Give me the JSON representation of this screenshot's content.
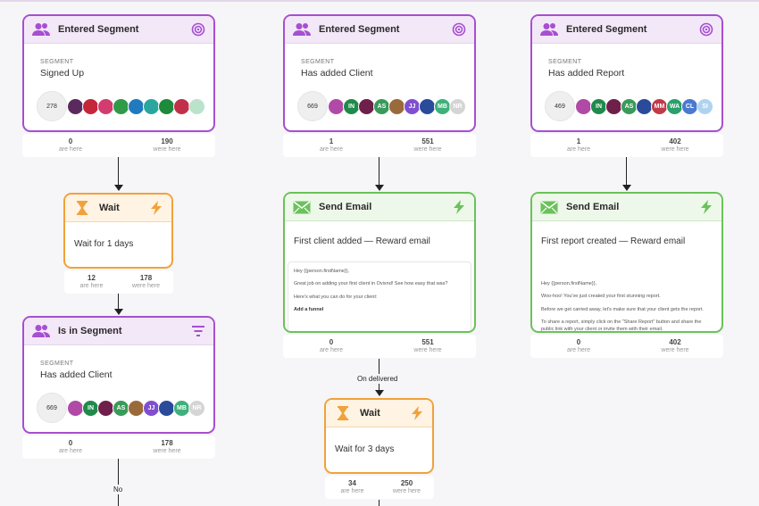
{
  "colors": {
    "segment": "#a64fd0",
    "wait": "#f0a23b",
    "email": "#6ac25a",
    "line": "#222222"
  },
  "cards": {
    "seg1": {
      "title": "Entered Segment",
      "icon": "users-icon",
      "right_icon": "target-icon",
      "label": "SEGMENT",
      "name": "Signed Up",
      "count": "278"
    },
    "seg2": {
      "title": "Entered Segment",
      "icon": "users-icon",
      "right_icon": "target-icon",
      "label": "SEGMENT",
      "name": "Has added Client",
      "count": "669"
    },
    "seg3": {
      "title": "Entered Segment",
      "icon": "users-icon",
      "right_icon": "target-icon",
      "label": "SEGMENT",
      "name": "Has added Report",
      "count": "469"
    },
    "wait1": {
      "title": "Wait",
      "icon": "hourglass-icon",
      "right_icon": "bolt-icon",
      "text": "Wait for 1 days"
    },
    "email1": {
      "title": "Send Email",
      "icon": "envelope-icon",
      "right_icon": "bolt-icon",
      "subject": "First client added — Reward email",
      "preview": [
        "Hey {{person.firstName}},",
        "Great job on adding your first client in Ovixnd! See how easy that was?",
        "Here's what you can do for your client:",
        "Add a funnel"
      ]
    },
    "email2": {
      "title": "Send Email",
      "icon": "envelope-icon",
      "right_icon": "bolt-icon",
      "subject": "First report created — Reward email",
      "preview": [
        "Hey {{person.firstName}},",
        "Woo-hoo! You've just created your first stunning report.",
        "Before we get carried away, let's make sure that your client gets the report.",
        "To share a report, simply click on the \"Share Report\" button and share the public link with your client or invite them with their email."
      ]
    },
    "seg4": {
      "title": "Is in Segment",
      "icon": "users-icon",
      "right_icon": "filter-icon",
      "label": "SEGMENT",
      "name": "Has added Client",
      "count": "669"
    },
    "wait2": {
      "title": "Wait",
      "icon": "hourglass-icon",
      "right_icon": "bolt-icon",
      "text": "Wait for 3 days"
    }
  },
  "stats": {
    "seg1": {
      "a": "0",
      "a_label": "are here",
      "b": "190",
      "b_label": "were here"
    },
    "seg2": {
      "a": "1",
      "a_label": "are here",
      "b": "551",
      "b_label": "were here"
    },
    "seg3": {
      "a": "1",
      "a_label": "are here",
      "b": "402",
      "b_label": "were here"
    },
    "wait1": {
      "a": "12",
      "a_label": "are here",
      "b": "178",
      "b_label": "were here"
    },
    "email1": {
      "a": "0",
      "a_label": "are here",
      "b": "551",
      "b_label": "were here"
    },
    "email2": {
      "a": "0",
      "a_label": "are here",
      "b": "402",
      "b_label": "were here"
    },
    "seg4": {
      "a": "0",
      "a_label": "are here",
      "b": "178",
      "b_label": "were here"
    },
    "wait2": {
      "a": "34",
      "a_label": "are here",
      "b": "250",
      "b_label": "were here"
    }
  },
  "avatars": {
    "seg1": [
      {
        "c": "#5a2a5e",
        "t": ""
      },
      {
        "c": "#c4273a",
        "t": ""
      },
      {
        "c": "#d23c6e",
        "t": ""
      },
      {
        "c": "#2f9a47",
        "t": ""
      },
      {
        "c": "#1f7bbd",
        "t": ""
      },
      {
        "c": "#2aa6a0",
        "t": ""
      },
      {
        "c": "#1e8a3c",
        "t": ""
      },
      {
        "c": "#c0304a",
        "t": ""
      },
      {
        "c": "#9fd6b5",
        "t": ""
      }
    ],
    "seg2": [
      {
        "c": "#b04aa6",
        "t": ""
      },
      {
        "c": "#1f8a4a",
        "t": "IN"
      },
      {
        "c": "#6e1f4a",
        "t": ""
      },
      {
        "c": "#3a9a5a",
        "t": "AS"
      },
      {
        "c": "#9a6a3a",
        "t": ""
      },
      {
        "c": "#7f4fd0",
        "t": "JJ"
      },
      {
        "c": "#2a4a9a",
        "t": ""
      },
      {
        "c": "#3fb07a",
        "t": "MB"
      },
      {
        "c": "#c4c4c4",
        "t": "NR"
      }
    ],
    "seg3": [
      {
        "c": "#b04aa6",
        "t": ""
      },
      {
        "c": "#1f8a4a",
        "t": "IN"
      },
      {
        "c": "#6e1f4a",
        "t": ""
      },
      {
        "c": "#3a9a5a",
        "t": "AS"
      },
      {
        "c": "#2a4a9a",
        "t": ""
      },
      {
        "c": "#c23a4a",
        "t": "MM"
      },
      {
        "c": "#2aa06a",
        "t": "WA"
      },
      {
        "c": "#4a7ad0",
        "t": "CL"
      },
      {
        "c": "#8ec0e8",
        "t": "SI"
      }
    ],
    "seg4": [
      {
        "c": "#b04aa6",
        "t": ""
      },
      {
        "c": "#1f8a4a",
        "t": "IN"
      },
      {
        "c": "#6e1f4a",
        "t": ""
      },
      {
        "c": "#3a9a5a",
        "t": "AS"
      },
      {
        "c": "#9a6a3a",
        "t": ""
      },
      {
        "c": "#7f4fd0",
        "t": "JJ"
      },
      {
        "c": "#2a4a9a",
        "t": ""
      },
      {
        "c": "#3fb07a",
        "t": "MB"
      },
      {
        "c": "#c4c4c4",
        "t": "NR"
      }
    ]
  },
  "edges": {
    "on_delivered": "On delivered",
    "no": "No"
  }
}
